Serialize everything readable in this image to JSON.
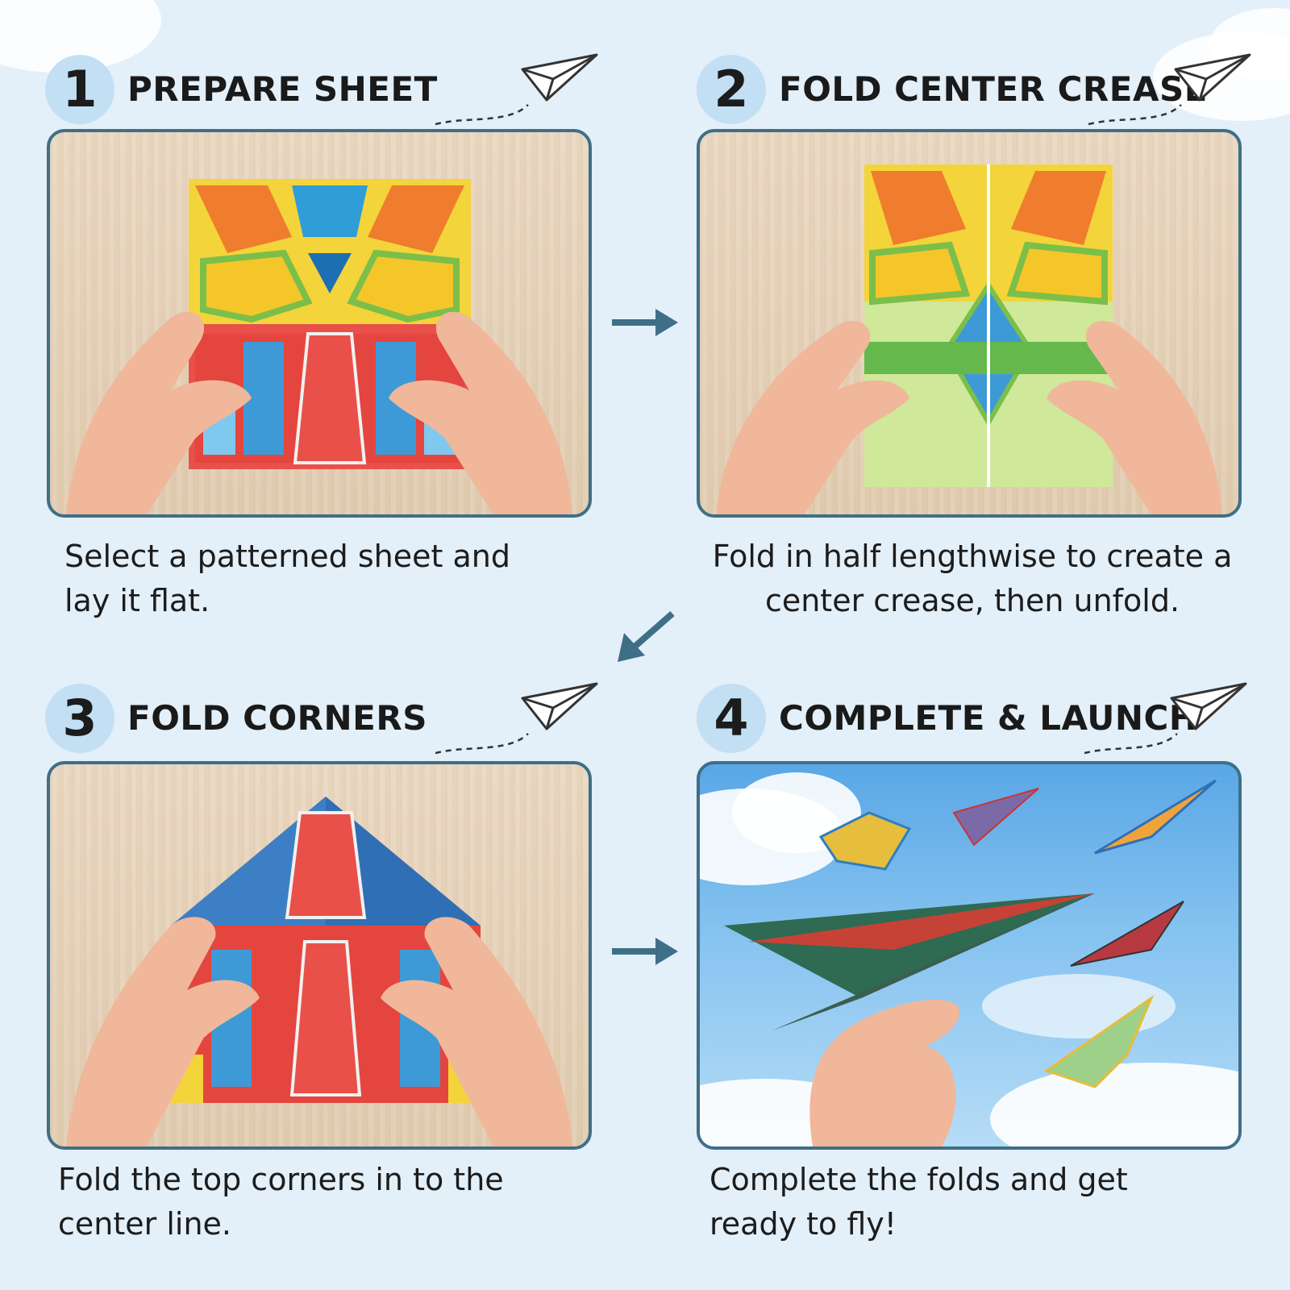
{
  "steps": [
    {
      "number": "1",
      "title": "PREPARE SHEET",
      "description": "Select a patterned sheet and lay it flat."
    },
    {
      "number": "2",
      "title": "FOLD CENTER CREASE",
      "description": "Fold in half lengthwise to create a center crease, then unfold."
    },
    {
      "number": "3",
      "title": "FOLD CORNERS",
      "description": "Fold the top corners in to the center line."
    },
    {
      "number": "4",
      "title": "COMPLETE & LAUNCH",
      "description": "Complete the folds and get ready to fly!"
    }
  ],
  "colors": {
    "background": "#e3eff9",
    "badge": "#c3dff3",
    "panel_border": "#3f6f87",
    "arrow": "#3f6f87"
  },
  "icons": [
    "paper-plane-icon",
    "arrow-right-icon",
    "arrow-down-left-icon"
  ]
}
